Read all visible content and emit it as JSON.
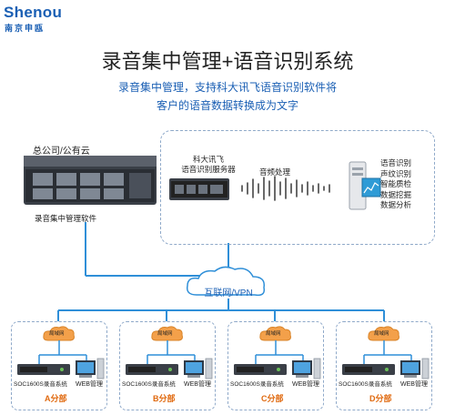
{
  "brand": {
    "name_en": "Shenou",
    "name_cn": "南京申瓯"
  },
  "title": "录音集中管理+语音识别系统",
  "subtitle_line1": "录音集中管理，支持科大讯飞语音识别软件将",
  "subtitle_line2": "客户的语音数据转换成为文字",
  "hq": {
    "label": "总公司/公有云",
    "software": "录音集中管理软件"
  },
  "recognition": {
    "server_line1": "科大讯飞",
    "server_line2": "语音识别服务器",
    "audio": "音频处理",
    "functions": [
      "语音识别",
      "声纹识别",
      "智能质检",
      "数据挖掘",
      "数据分析"
    ]
  },
  "network": "互联网/VPN",
  "branches": [
    {
      "name": "A分部",
      "lan": "局域网",
      "device": "SOC1600S录音系统",
      "web": "WEB管理"
    },
    {
      "name": "B分部",
      "lan": "局域网",
      "device": "SOC1600S录音系统",
      "web": "WEB管理"
    },
    {
      "name": "C分部",
      "lan": "局域网",
      "device": "SOC1600S录音系统",
      "web": "WEB管理"
    },
    {
      "name": "D分部",
      "lan": "局域网",
      "device": "SOC1600S录音系统",
      "web": "WEB管理"
    }
  ],
  "colors": {
    "accent": "#1a5fb4",
    "line": "#2f8fd8",
    "branch_name": "#e06a10",
    "cloud": "#f3a04a"
  }
}
